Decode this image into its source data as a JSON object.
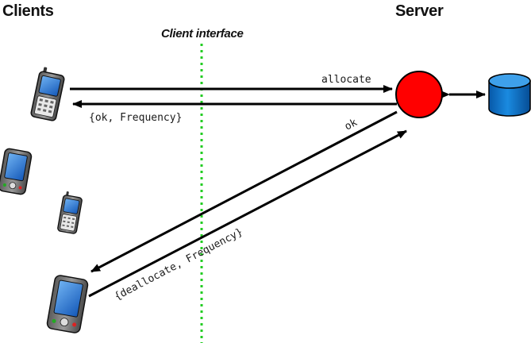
{
  "headings": {
    "clients": "Clients",
    "server": "Server",
    "interface": "Client interface"
  },
  "messages": {
    "allocate": "allocate",
    "ok_frequency": "{ok, Frequency}",
    "ok": "ok",
    "deallocate": "{deallocate, Frequency}"
  },
  "colors": {
    "server_node": "#ff0000",
    "database": "#0a73c8",
    "interface_line": "#22cc22",
    "arrow": "#000000",
    "device_screen": "#1f78d8"
  },
  "icons": {
    "client_devices": [
      "smartphone-icon",
      "pda-icon",
      "smartphone-icon",
      "pda-icon"
    ],
    "server": "server-process-icon",
    "storage": "database-icon"
  }
}
